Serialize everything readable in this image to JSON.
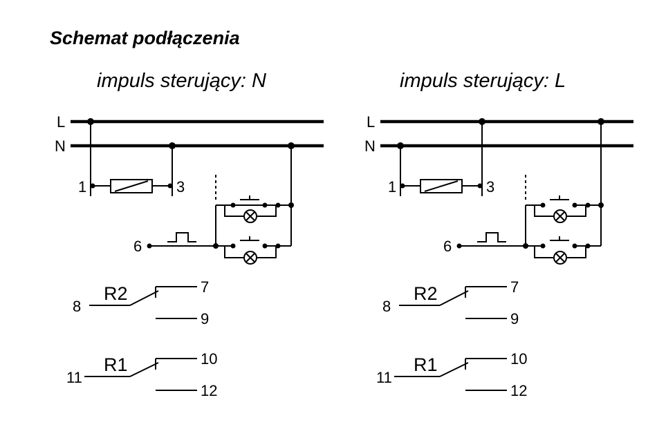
{
  "title": "Schemat podłączenia",
  "variants": [
    {
      "subtitle": "impuls sterujący: N"
    },
    {
      "subtitle": "impuls sterujący: L"
    }
  ],
  "labels": {
    "L": "L",
    "N": "N",
    "t1": "1",
    "t3": "3",
    "t6": "6",
    "t7": "7",
    "t8": "8",
    "t9": "9",
    "t10": "10",
    "t11": "11",
    "t12": "12",
    "R1": "R1",
    "R2": "R2"
  }
}
